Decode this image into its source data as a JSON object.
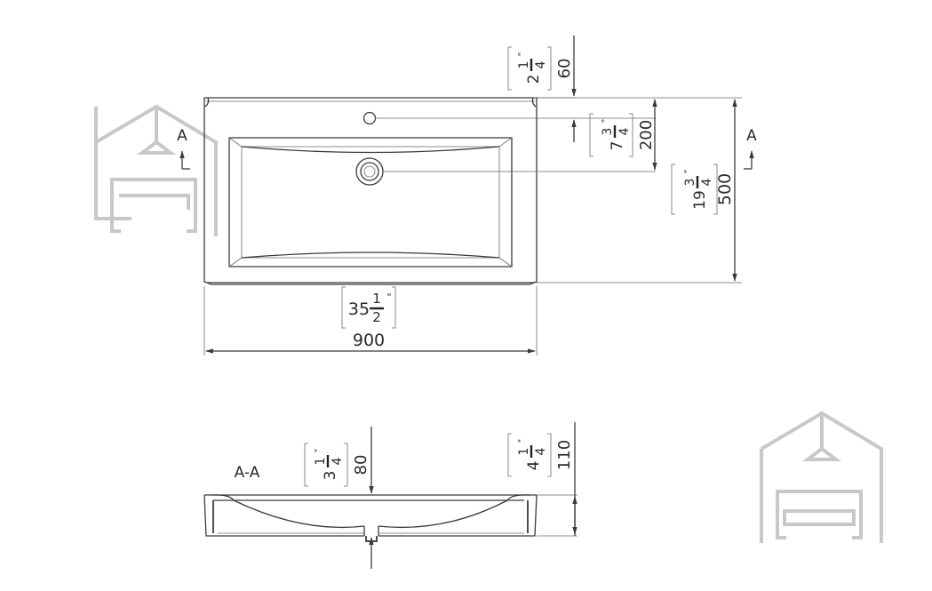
{
  "dims": {
    "width_mm": "900",
    "width_in_whole": "35",
    "width_in_num": "1",
    "width_in_den": "2",
    "depth_mm": "500",
    "depth_in_whole": "19",
    "depth_in_num": "3",
    "depth_in_den": "4",
    "drain_mm": "200",
    "drain_in_whole": "7",
    "drain_in_num": "3",
    "drain_in_den": "4",
    "tap_mm": "60",
    "tap_in_whole": "2",
    "tap_in_num": "1",
    "tap_in_den": "4",
    "bowl_depth_mm": "80",
    "bowl_depth_in_whole": "3",
    "bowl_depth_in_num": "1",
    "bowl_depth_in_den": "4",
    "height_mm": "110",
    "height_in_whole": "4",
    "height_in_num": "1",
    "height_in_den": "4",
    "inch_mark": "\""
  },
  "section": {
    "marker": "A",
    "label": "A-A"
  },
  "watermark": {
    "icon": "house-sofa-logo-icon",
    "color": "#c8c8c8"
  }
}
